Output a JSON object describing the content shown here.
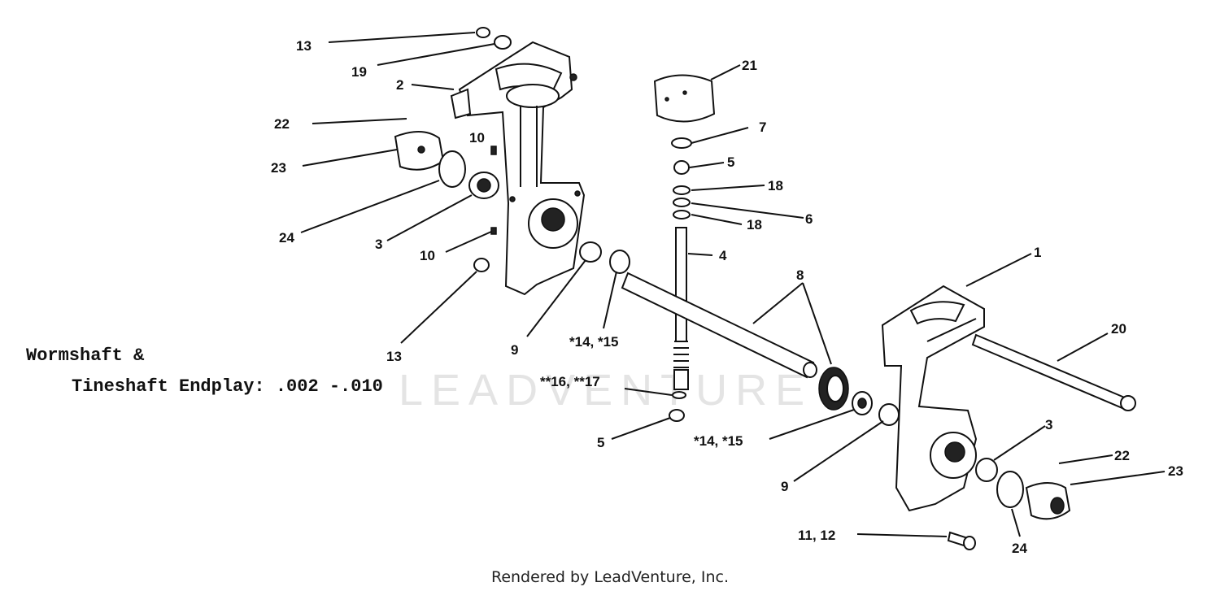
{
  "spec_text": {
    "line1": "Wormshaft &",
    "line2": "Tineshaft Endplay: .002 -.010"
  },
  "watermark": "LEADVENTURE",
  "credit": "Rendered by LeadVenture, Inc.",
  "callouts": {
    "c13a": "13",
    "c19": "19",
    "c2": "2",
    "c22a": "22",
    "c23a": "23",
    "c10a": "10",
    "c24a": "24",
    "c3a": "3",
    "c10b": "10",
    "c13b": "13",
    "c9a": "9",
    "c1415a": "*14, *15",
    "c21": "21",
    "c7": "7",
    "c5a": "5",
    "c18a": "18",
    "c6": "6",
    "c18b": "18",
    "c4": "4",
    "c1617": "**16, **17",
    "c5b": "5",
    "c8": "8",
    "c1": "1",
    "c20": "20",
    "c1415b": "*14, *15",
    "c9b": "9",
    "c3b": "3",
    "c22b": "22",
    "c23b": "23",
    "c24b": "24",
    "c1112": "11, 12"
  },
  "colors": {
    "ink": "#111111",
    "watermark": "#e4e4e4",
    "background": "#ffffff"
  }
}
